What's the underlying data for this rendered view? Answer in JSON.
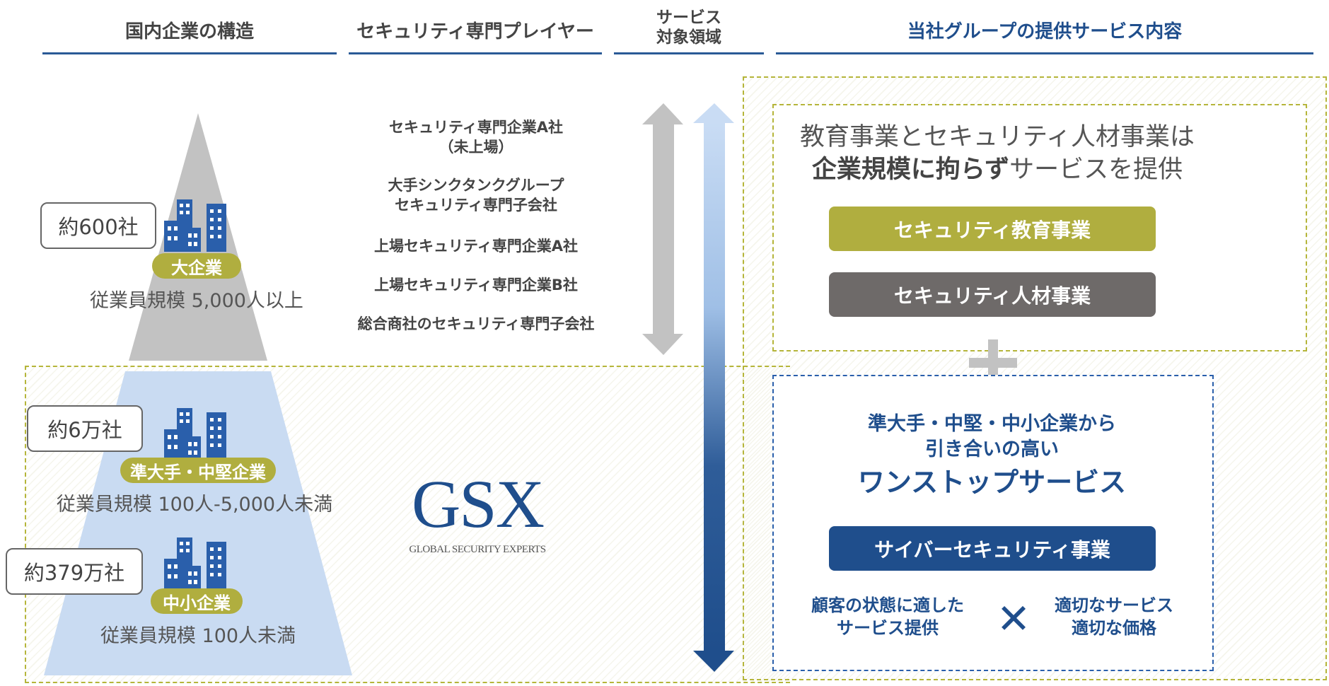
{
  "headers": {
    "structure": "国内企業の構造",
    "players": "セキュリティ専門プレイヤー",
    "target_line1": "サービス",
    "target_line2": "対象領域",
    "services": "当社グループの提供サービス内容"
  },
  "tiers": {
    "large": {
      "count": "約600社",
      "label": "大企業",
      "desc": "従業員規模 5,000人以上"
    },
    "mid": {
      "count": "約6万社",
      "label": "準大手・中堅企業",
      "desc": "従業員規模 100人-5,000人未満"
    },
    "small": {
      "count": "約379万社",
      "label": "中小企業",
      "desc": "従業員規模 100人未満"
    }
  },
  "players": [
    {
      "line1": "セキュリティ専門企業A社",
      "line2": "（未上場）"
    },
    {
      "line1": "大手シンクタンクグループ",
      "line2": "セキュリティ専門子会社"
    },
    {
      "line1": "上場セキュリティ専門企業A社",
      "line2": ""
    },
    {
      "line1": "上場セキュリティ専門企業B社",
      "line2": ""
    },
    {
      "line1": "総合商社のセキュリティ専門子会社",
      "line2": ""
    }
  ],
  "gsx": {
    "logo": "GSX",
    "tagline": "GLOBAL SECURITY EXPERTS"
  },
  "upper_panel": {
    "line1": "教育事業とセキュリティ人材事業は",
    "line2_bold": "企業規模に拘らず",
    "line2_rest": "サービスを提供",
    "button_education": "セキュリティ教育事業",
    "button_talent": "セキュリティ人材事業"
  },
  "plus_sign": "+",
  "lower_panel": {
    "line1": "準大手・中堅・中小企業から",
    "line2": "引き合いの高い",
    "line3": "ワンストップサービス",
    "button_cyber": "サイバーセキュリティ事業",
    "left_line1": "顧客の状態に適した",
    "left_line2": "サービス提供",
    "times": "✕",
    "right_line1": "適切なサービス",
    "right_line2": "適切な価格"
  },
  "colors": {
    "olive": "#b0ae3f",
    "gray_button": "#6e6a69",
    "navy": "#1f4e8c",
    "pyramid_top": "#c2c2c2",
    "pyramid_bottom": "#c9dbf2"
  }
}
